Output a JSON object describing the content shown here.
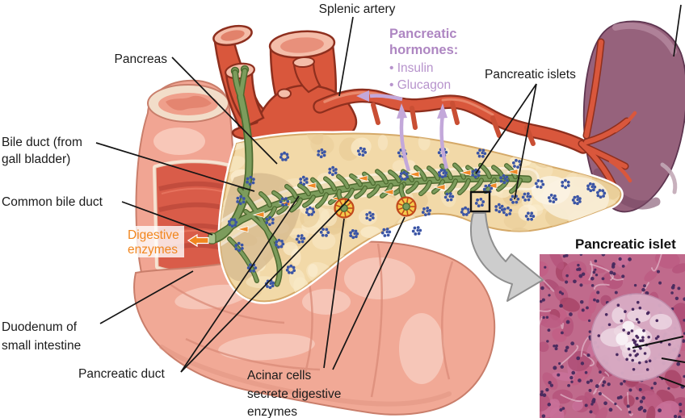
{
  "diagram": {
    "callouts": {
      "splenic_artery": "Splenic artery",
      "pancreas": "Pancreas",
      "bile_duct": [
        "Bile duct (from",
        "gall bladder)"
      ],
      "common_bile_duct": "Common bile duct",
      "digestive_enzymes": [
        "Digestive",
        "enzymes"
      ],
      "duodenum": [
        "Duodenum of",
        "small intestine"
      ],
      "pancreatic_duct": "Pancreatic duct",
      "acinar_cells": [
        "Acinar cells",
        "secrete digestive",
        "enzymes"
      ],
      "pancreatic_islets": "Pancreatic islets"
    },
    "hormones_note": {
      "heading": [
        "Pancreatic",
        "hormones:"
      ],
      "items": [
        "• Insulin",
        "• Glucagon"
      ]
    },
    "inset": {
      "heading": "Pancreatic islet"
    },
    "colors": {
      "label_text": "#1b1b1b",
      "hormone_text": "#b28fc7",
      "enzyme_text": "#f1861f",
      "islet_blue": "#3b55a5",
      "duct_green": "#7c9c5c",
      "artery_red": "#d9573c",
      "pancreas_cream": "#f2d9a8",
      "spleen_purple": "#96627c",
      "intestine_pink": "#f1a996",
      "micrograph_pink": "#c06a8c",
      "inset_arrow_gray": "#cdcdcd"
    }
  }
}
